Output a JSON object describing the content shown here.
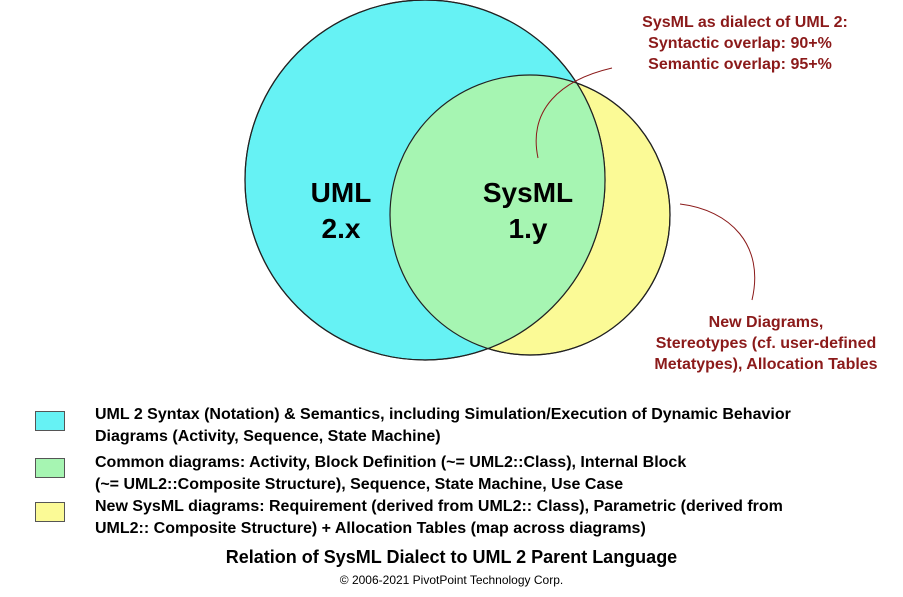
{
  "diagram": {
    "uml_label_line1": "UML",
    "uml_label_line2": "2.x",
    "sysml_label_line1": "SysML",
    "sysml_label_line2": "1.y",
    "callout_top": {
      "line1": "SysML as dialect of UML 2:",
      "line2": "Syntactic overlap: 90+%",
      "line3": "Semantic overlap: 95+%"
    },
    "callout_right": {
      "line1": "New Diagrams,",
      "line2": "Stereotypes (cf. user-defined",
      "line3": "Metatypes), Allocation Tables"
    }
  },
  "legend": [
    {
      "line1": "UML 2 Syntax (Notation) & Semantics, including Simulation/Execution of Dynamic Behavior",
      "line2": "Diagrams (Activity, Sequence, State Machine)",
      "color": "#66f2f4"
    },
    {
      "line1": "Common diagrams: Activity, Block Definition (~= UML2::Class), Internal Block",
      "line2": "(~= UML2::Composite Structure), Sequence, State Machine, Use Case",
      "color": "#a6f5b2"
    },
    {
      "line1": "New SysML diagrams: Requirement (derived from UML2:: Class), Parametric (derived from",
      "line2": "UML2:: Composite Structure) + Allocation Tables (map across diagrams)",
      "color": "#fbfa96"
    }
  ],
  "footer": {
    "title": "Relation of SysML Dialect to UML 2 Parent Language",
    "copyright": "© 2006-2021 PivotPoint Technology Corp."
  },
  "colors": {
    "uml_fill": "#66f2f4",
    "overlap_fill": "#a6f5b2",
    "sysml_only_fill": "#fbfa96",
    "callout_text": "#8b1a1a",
    "outline": "#222222"
  }
}
